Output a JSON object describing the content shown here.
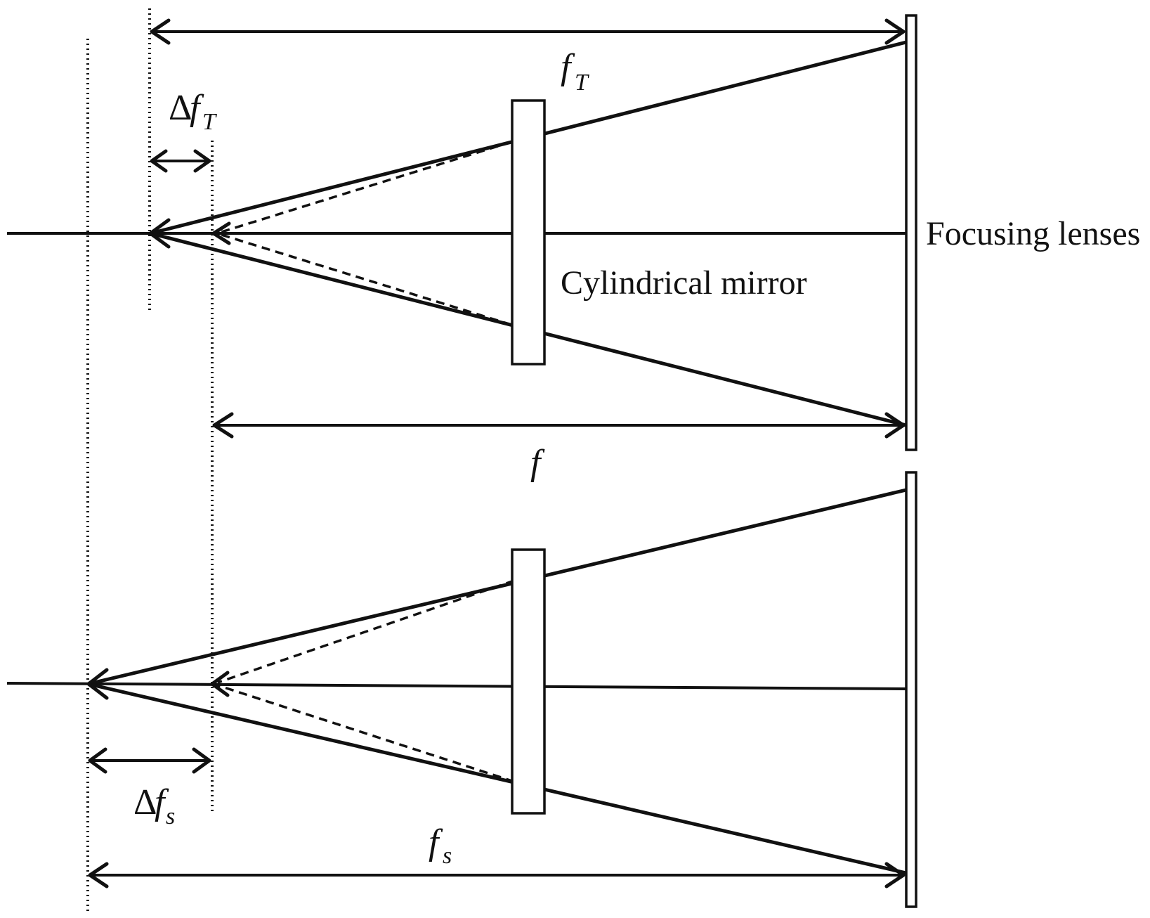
{
  "labels": {
    "focusing_lenses": "Focusing lenses",
    "cylindrical_mirror": "Cylindrical mirror",
    "f_T_main": "f",
    "f_T_sub": "T",
    "delta": "Δ",
    "delta_f_T_main": "f",
    "delta_f_T_sub": "T",
    "f_main": "f",
    "delta_f_s_main": "f",
    "delta_f_s_sub": "s",
    "f_s_main": "f",
    "f_s_sub": "s"
  }
}
